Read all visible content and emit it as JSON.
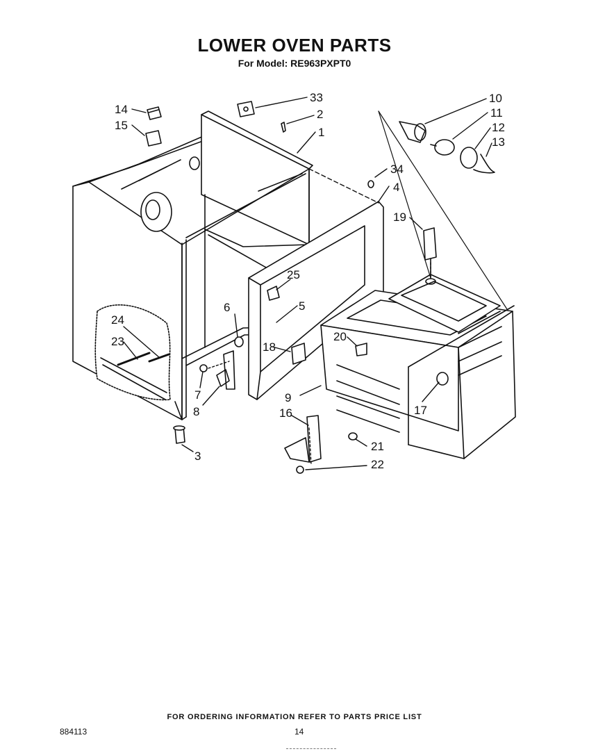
{
  "title": "LOWER OVEN PARTS",
  "subtitle": "For Model: RE963PXPT0",
  "callouts": [
    "1",
    "2",
    "3",
    "4",
    "5",
    "6",
    "7",
    "8",
    "9",
    "10",
    "11",
    "12",
    "13",
    "14",
    "15",
    "16",
    "17",
    "18",
    "19",
    "20",
    "21",
    "22",
    "23",
    "24",
    "25",
    "33",
    "34"
  ],
  "footer": {
    "note": "FOR ORDERING INFORMATION REFER TO PARTS PRICE LIST",
    "doc_id": "884113",
    "page": "14"
  }
}
